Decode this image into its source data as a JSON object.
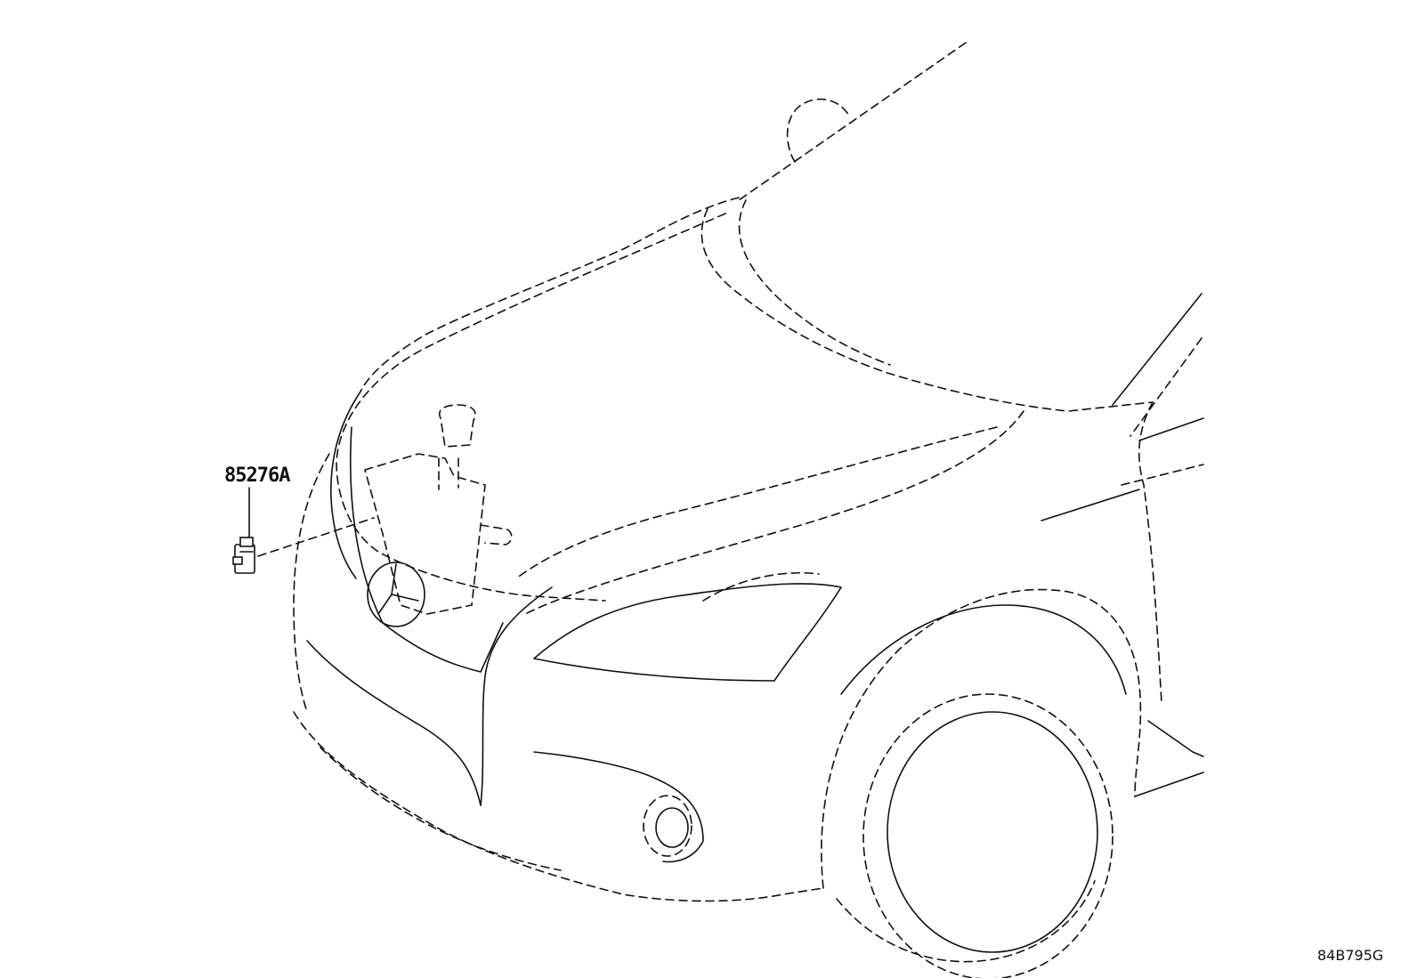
{
  "diagram": {
    "callouts": [
      {
        "part_number": "85276A",
        "depicts": "relay-part"
      }
    ],
    "diagram_code": "84B795G",
    "line_color": "#111111",
    "background_color": "#ffffff"
  }
}
